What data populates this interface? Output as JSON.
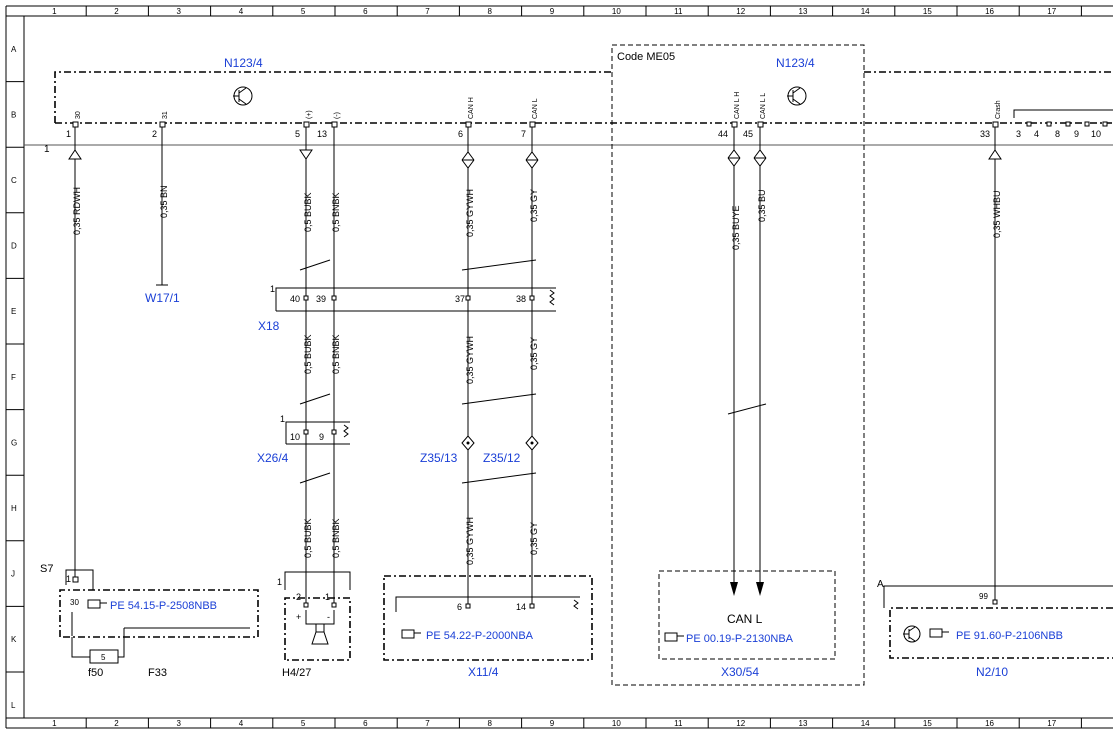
{
  "grid": {
    "columns": [
      "1",
      "2",
      "3",
      "4",
      "5",
      "6",
      "7",
      "8",
      "9",
      "10",
      "11",
      "12",
      "13",
      "14",
      "15",
      "16",
      "17"
    ],
    "rows": [
      "A",
      "B",
      "C",
      "D",
      "E",
      "F",
      "G",
      "H",
      "J",
      "K",
      "L"
    ]
  },
  "components": {
    "n123_left": "N123/4",
    "n123_right": "N123/4",
    "code_block": "Code ME05",
    "w17": "W17/1",
    "x18": "X18",
    "x26": "X26/4",
    "z35_13": "Z35/13",
    "z35_12": "Z35/12",
    "h4": "H4/27",
    "x11": "X11/4",
    "x30": "X30/54",
    "n2": "N2/10",
    "f33": "F33",
    "f50": "f50",
    "s7": "S7",
    "fuse_num": "5",
    "ref_a": "A"
  },
  "connector_numbers": {
    "bar_one": "1",
    "p1": "1",
    "p2": "2",
    "p5": "5",
    "p13": "13",
    "p6": "6",
    "p7": "7",
    "p44": "44",
    "p45": "45",
    "p33": "33",
    "x18_one": "1",
    "x18_40": "40",
    "x18_39": "39",
    "x18_37": "37",
    "x18_38": "38",
    "x26_one": "1",
    "x26_10": "10",
    "x26_9": "9",
    "s7_1": "1",
    "s7_30": "30",
    "h4_one": "1",
    "h4_2": "2",
    "h4_1": "1",
    "x11_6": "6",
    "x11_14": "14",
    "n2_99": "99",
    "tail_3": "3",
    "tail_4": "4",
    "tail_8": "8",
    "tail_9": "9",
    "tail_10": "10"
  },
  "pin_labels": {
    "p30": "30",
    "p31": "31",
    "p_plus": "(+)",
    "p_minus": "(-)",
    "can_h": "CAN H",
    "can_l": "CAN L",
    "can_lh": "CAN L H",
    "can_ll": "CAN L L",
    "crash": "Crash",
    "h4_plus": "+",
    "h4_minus": "-"
  },
  "wires": {
    "rdwh": "0,35 RDWH",
    "bn": "0,35 BN",
    "bubk_top": "0,5 BUBK",
    "bnbk_top": "0,5 BNBK",
    "gywh_top": "0,35 GYWH",
    "gy_top": "0,35 GY",
    "buye": "0,35 BUYE",
    "bu": "0,35 BU",
    "whbu": "0,35 WHBU",
    "bubk_mid": "0,5 BUBK",
    "bnbk_mid": "0,5 BNBK",
    "gywh_mid": "0,35 GYWH",
    "gy_mid": "0,35 GY",
    "bubk_bot": "0,5 BUBK",
    "bnbk_bot": "0,5 BNBK",
    "gywh_bot": "0,35 GYWH",
    "gy_bot": "0,35 GY"
  },
  "references": {
    "s7_ref": "PE 54.15-P-2508NBB",
    "x11_ref": "PE 54.22-P-2000NBA",
    "x30_ref": "PE 00.19-P-2130NBA",
    "n2_ref": "PE 91.60-P-2106NBB"
  },
  "x30_text": "CAN L",
  "ref_icon": "pointing-hand-icon",
  "colors": {
    "component_label": "#1a3fd6",
    "line": "#000000"
  }
}
